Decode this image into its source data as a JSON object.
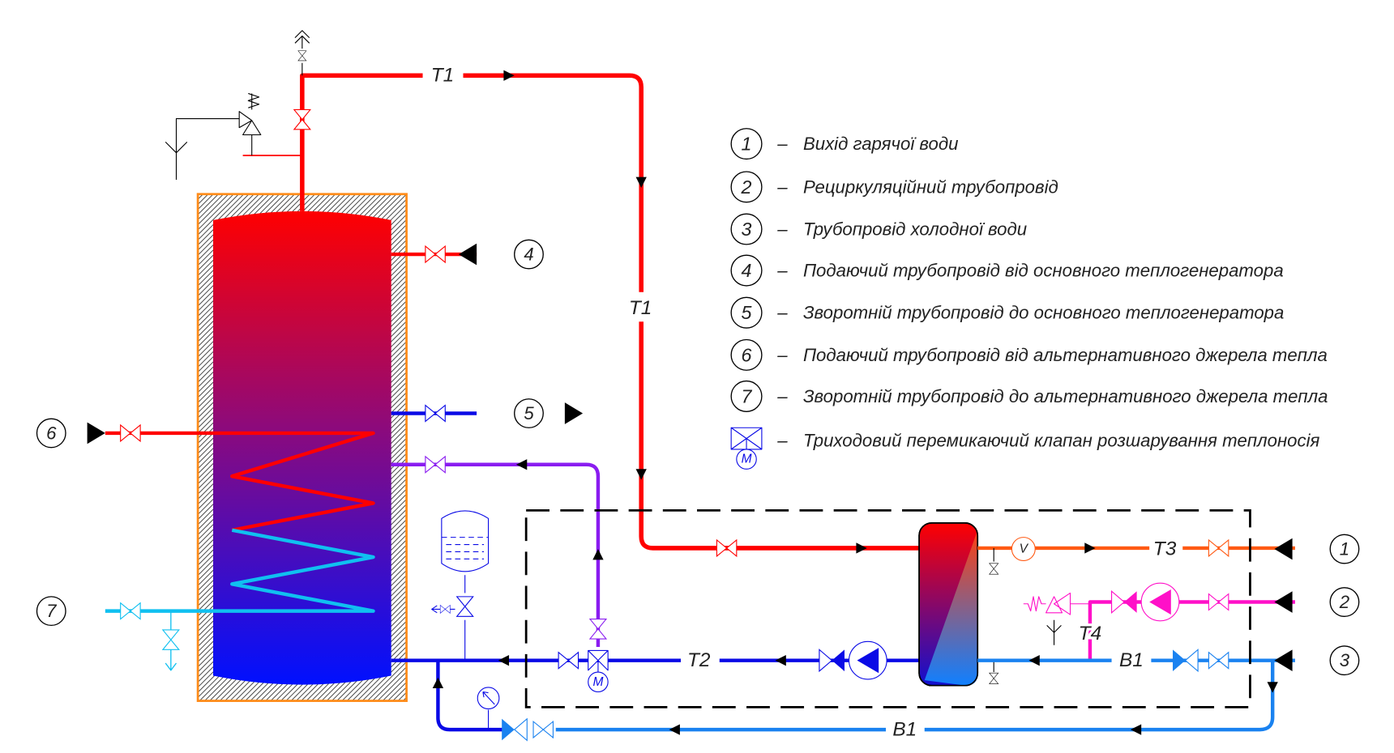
{
  "pipe_labels": {
    "t1_top": "T1",
    "t1_vertical": "T1",
    "t2": "T2",
    "t3": "T3",
    "t4": "T4",
    "b1_main": "B1",
    "b1_bypass": "B1",
    "flow_meter": "V",
    "motor": "M",
    "legend_motor": "M"
  },
  "connections": {
    "c1": "1",
    "c2": "2",
    "c3": "3",
    "c4": "4",
    "c5": "5",
    "c6": "6",
    "c7": "7"
  },
  "legend": [
    {
      "num": "1",
      "text": "Вихід гарячої води"
    },
    {
      "num": "2",
      "text": "Рециркуляційний трубопровід"
    },
    {
      "num": "3",
      "text": "Трубопровід холодної води"
    },
    {
      "num": "4",
      "text": "Подаючий трубопровід від основного теплогенератора"
    },
    {
      "num": "5",
      "text": "Зворотній трубопровід до основного теплогенератора"
    },
    {
      "num": "6",
      "text": "Подаючий трубопровід від альтернативного джерела тепла"
    },
    {
      "num": "7",
      "text": "Зворотній трубопровід до альтернативного джерела тепла"
    },
    {
      "num": "",
      "text": "Триходовий перемикаючий клапан розшарування теплоносія",
      "icon": "three-way-valve-motor-icon"
    }
  ],
  "legend_dash": "–",
  "colors": {
    "hot": "#ff0000",
    "hot_out": "#ff5a14",
    "cold": "#1a82f0",
    "return": "#0a0ae6",
    "purple": "#8a1cf0",
    "recirc": "#ff10c8",
    "coil_cold": "#10c0f0",
    "insulation": "#ff8c1a"
  }
}
